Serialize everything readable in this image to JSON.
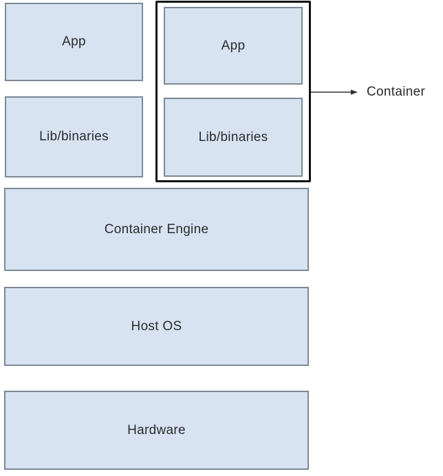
{
  "diagram": {
    "stack_left": {
      "app": "App",
      "lib": "Lib/binaries"
    },
    "container_group": {
      "app": "App",
      "lib": "Lib/binaries"
    },
    "layers": {
      "container_engine": "Container Engine",
      "host_os": "Host OS",
      "hardware": "Hardware"
    },
    "annotation": {
      "container_label": "Container"
    },
    "colors": {
      "box_fill": "#d7e3f1",
      "box_border": "#7d8894",
      "group_border": "#111111",
      "text_color": "#2b2b2b",
      "arrow_color": "#333333"
    }
  }
}
